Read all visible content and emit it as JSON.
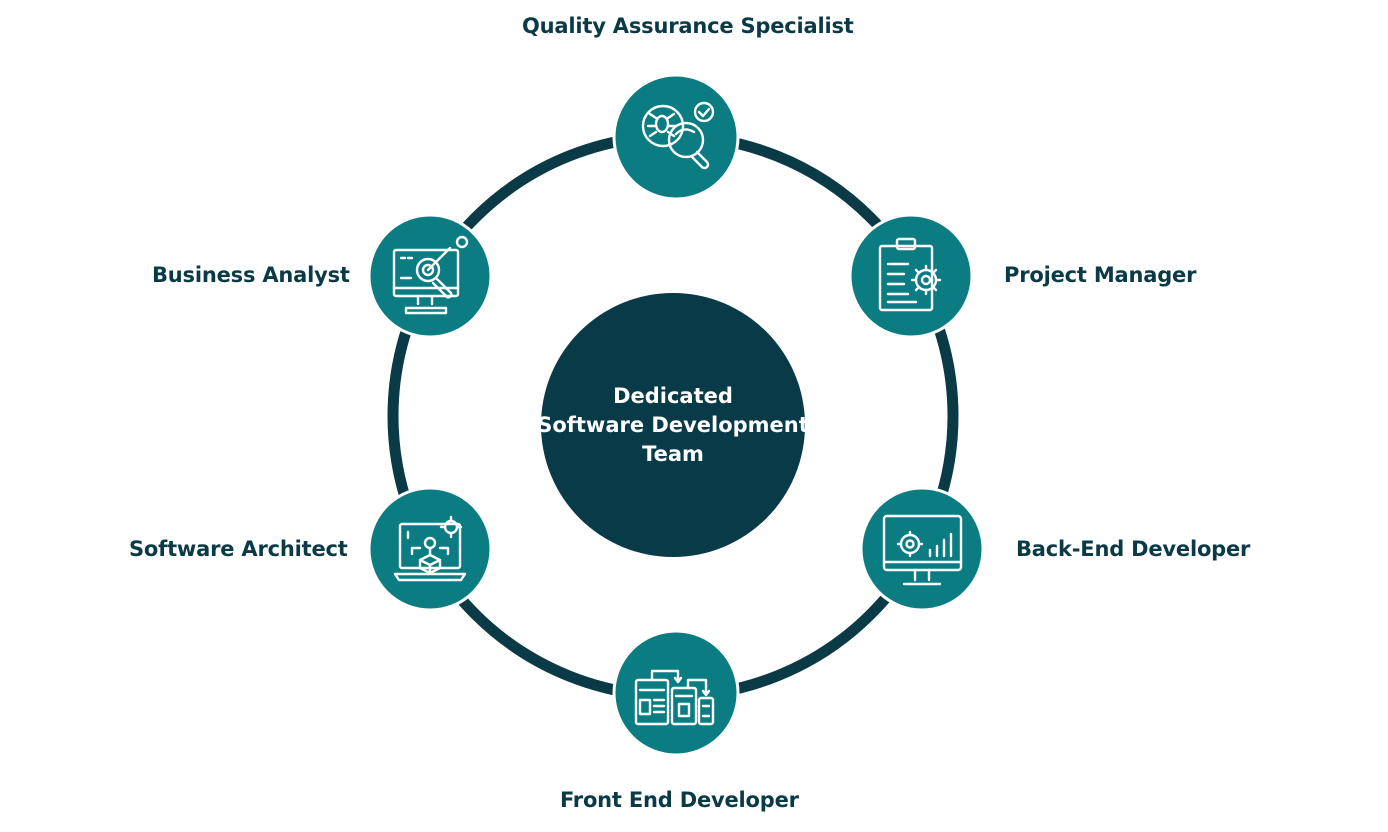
{
  "colors": {
    "ring": "#0b3a47",
    "node_fill": "#0a7c82",
    "center_fill": "#083a47",
    "label_text": "#0b3a47",
    "icon_stroke": "#ffffff"
  },
  "center": {
    "line1": "Dedicated",
    "line2": "Software Development",
    "line3": "Team"
  },
  "roles": {
    "qa": {
      "label": "Quality Assurance Specialist",
      "icon": "bug-magnifier-icon"
    },
    "pm": {
      "label": "Project Manager",
      "icon": "clipboard-gear-icon"
    },
    "backend": {
      "label": "Back-End Developer",
      "icon": "monitor-gear-chart-icon"
    },
    "frontend": {
      "label": "Front End Developer",
      "icon": "layout-blocks-icon"
    },
    "architect": {
      "label": "Software Architect",
      "icon": "laptop-cube-icon"
    },
    "analyst": {
      "label": "Business Analyst",
      "icon": "monitor-analytics-icon"
    }
  }
}
